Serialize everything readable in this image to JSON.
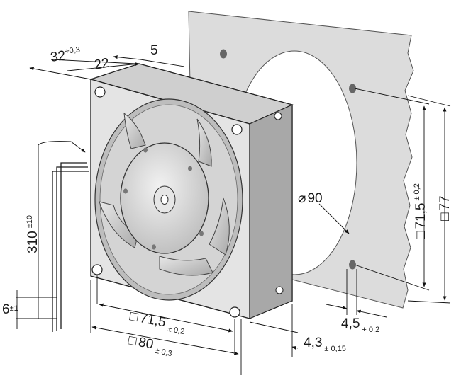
{
  "dimensions": {
    "depth_total": {
      "value": "32",
      "tolerance": "+0,3"
    },
    "depth_frame": {
      "value": "22"
    },
    "depth_flange": {
      "value": "5"
    },
    "cable_length": {
      "value": "310",
      "tolerance": "±10"
    },
    "wire_strip": {
      "value": "6",
      "tolerance": "±1"
    },
    "hole_spacing_front": {
      "symbol": "□",
      "value": "71,5",
      "tolerance": "± 0,2"
    },
    "frame_size_front": {
      "symbol": "□",
      "value": "80",
      "tolerance": "± 0,3"
    },
    "flange_offset": {
      "value": "4,3",
      "tolerance": "± 0,15"
    },
    "mounting_hole": {
      "value": "4,5",
      "tolerance": "+ 0,2"
    },
    "cutout_diameter": {
      "symbol": "⌀",
      "value": "90"
    },
    "hole_spacing_panel": {
      "symbol": "□",
      "value": "71,5",
      "tolerance": "± 0,2"
    },
    "panel_size": {
      "symbol": "□",
      "value": "77"
    }
  }
}
